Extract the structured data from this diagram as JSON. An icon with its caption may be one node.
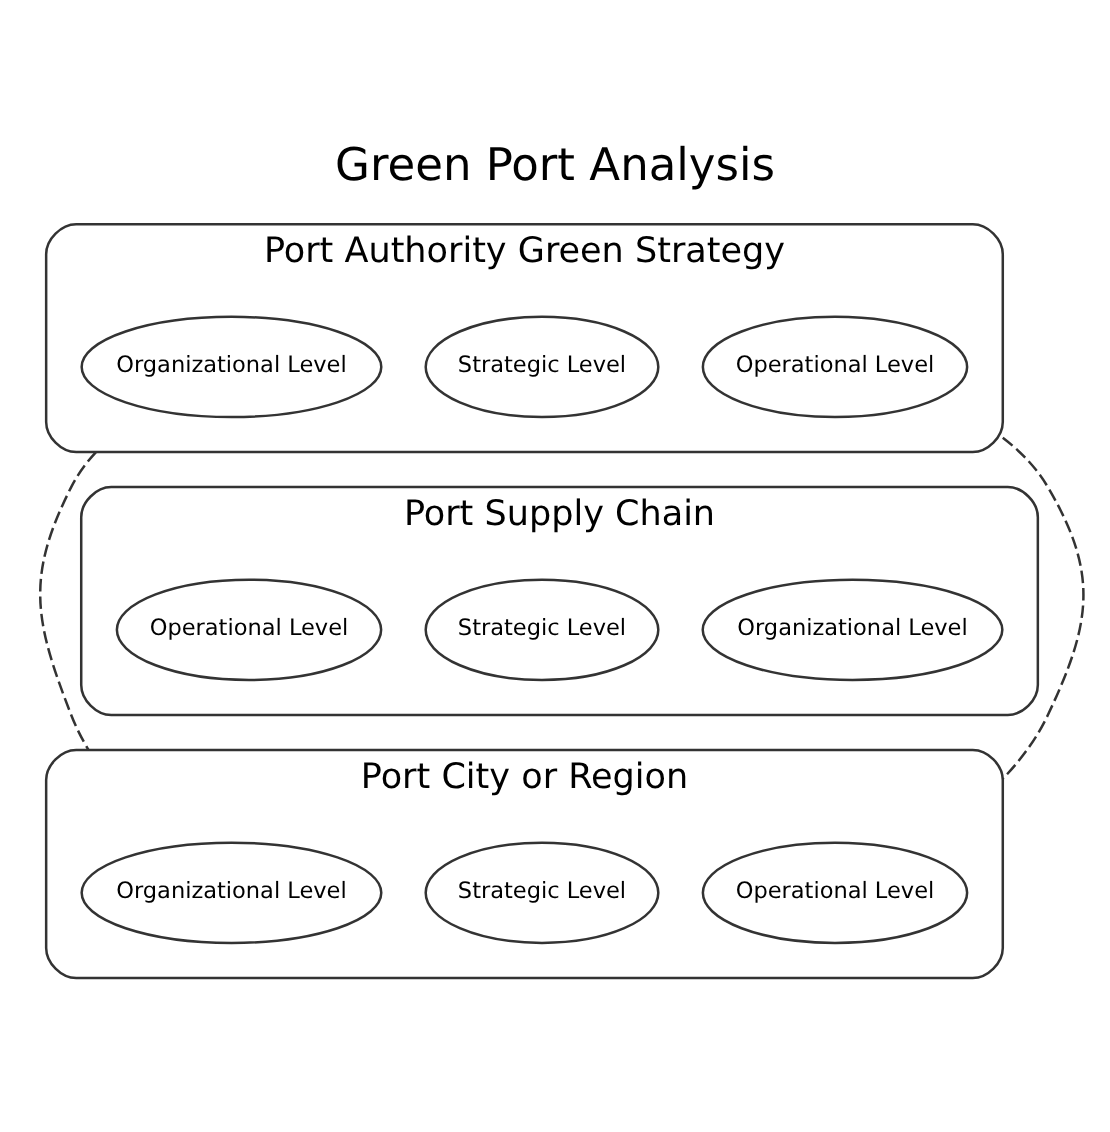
{
  "diagram": {
    "title": "Green Port Analysis",
    "nodes": [
      {
        "text": [
          "Port Authority Green Strategy"
        ]
      },
      {
        "text": [
          "Organizational Level"
        ],
        "in": 0
      },
      {
        "text": [
          "Strategic Level"
        ],
        "in": 0
      },
      {
        "text": [
          "Operational Level"
        ],
        "in": 0
      },
      {
        "text": [
          "Port Supply Chain"
        ]
      },
      {
        "text": [
          "Organizational Level"
        ],
        "in": 4
      },
      {
        "text": [
          "Strategic Level"
        ],
        "in": 4
      },
      {
        "text": [
          "Operational Level"
        ],
        "in": 4
      },
      {
        "text": [
          "Port City or Region"
        ]
      },
      {
        "text": [
          "Organizational Level"
        ],
        "in": 8
      },
      {
        "text": [
          "Strategic Level"
        ],
        "in": 8
      },
      {
        "text": [
          "Operational Level"
        ],
        "in": 8
      }
    ],
    "edges": [
      {
        "from": 0,
        "to": 8,
        "arrow": "none",
        "style": "dashed"
      },
      {
        "from": 0,
        "to": 8,
        "arrow": "none",
        "style": "dashed"
      }
    ]
  }
}
